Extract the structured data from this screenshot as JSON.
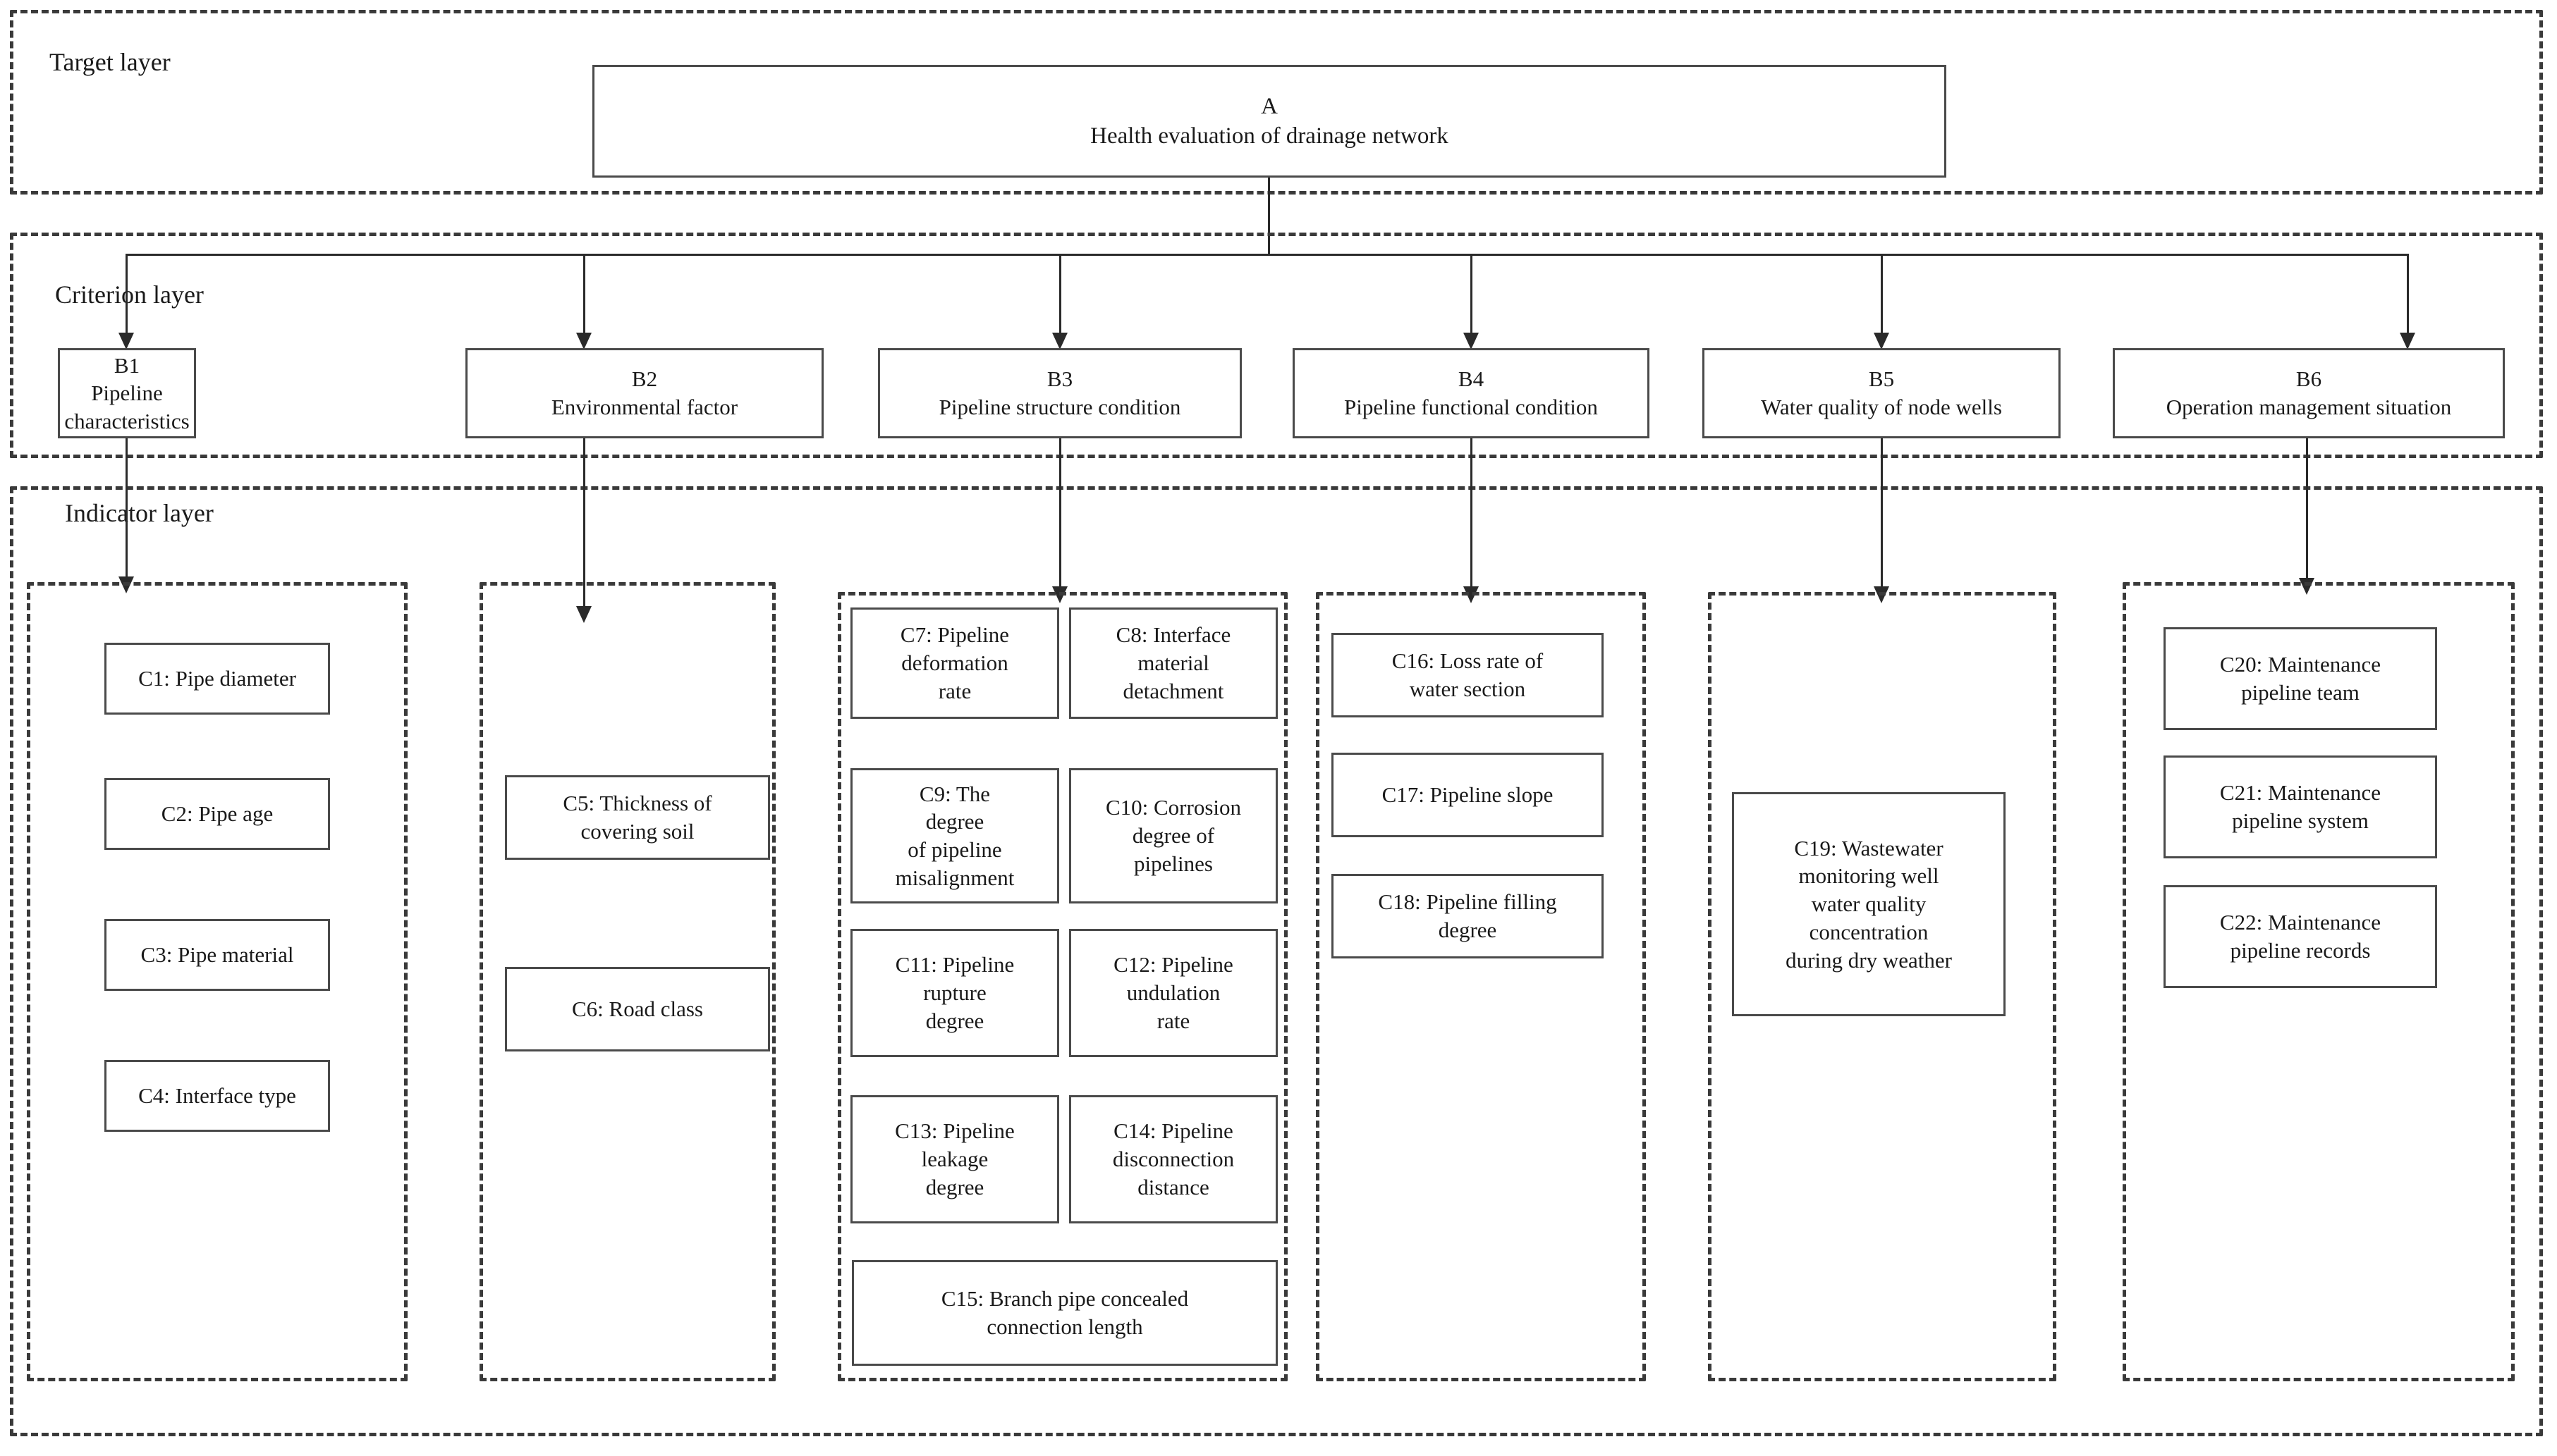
{
  "diagram": {
    "title": "Health evaluation of drainage network hierarchy",
    "layers": [
      {
        "key": "target",
        "label": "Target layer"
      },
      {
        "key": "criterion",
        "label": "Criterion layer"
      },
      {
        "key": "indicator",
        "label": "Indicator layer"
      }
    ]
  },
  "target": {
    "node": {
      "code": "A",
      "caption": "Health evaluation of drainage network"
    }
  },
  "criterion": {
    "nodes": [
      {
        "code": "B1",
        "caption": "Pipeline characteristics"
      },
      {
        "code": "B2",
        "caption": "Environmental factor"
      },
      {
        "code": "B3",
        "caption": "Pipeline structure condition"
      },
      {
        "code": "B4",
        "caption": "Pipeline functional condition"
      },
      {
        "code": "B5",
        "caption": "Water quality of node wells"
      },
      {
        "code": "B6",
        "caption": "Operation management situation"
      }
    ]
  },
  "indicator": {
    "groups": [
      {
        "parent": "B1",
        "nodes": [
          {
            "code": "C1",
            "caption": "C1: Pipe diameter"
          },
          {
            "code": "C2",
            "caption": "C2: Pipe age"
          },
          {
            "code": "C3",
            "caption": "C3: Pipe material"
          },
          {
            "code": "C4",
            "caption": "C4: Interface type"
          }
        ]
      },
      {
        "parent": "B2",
        "nodes": [
          {
            "code": "C5",
            "caption": "C5: Thickness of\ncovering soil"
          },
          {
            "code": "C6",
            "caption": "C6: Road class"
          }
        ]
      },
      {
        "parent": "B3",
        "nodes": [
          {
            "code": "C7",
            "caption": "C7: Pipeline\ndeformation\nrate"
          },
          {
            "code": "C8",
            "caption": "C8: Interface\nmaterial\ndetachment"
          },
          {
            "code": "C9",
            "caption": "C9: The\ndegree\nof pipeline\nmisalignment"
          },
          {
            "code": "C10",
            "caption": "C10: Corrosion\ndegree of\npipelines"
          },
          {
            "code": "C11",
            "caption": "C11: Pipeline\nrupture\ndegree"
          },
          {
            "code": "C12",
            "caption": "C12: Pipeline\nundulation\nrate"
          },
          {
            "code": "C13",
            "caption": "C13: Pipeline\nleakage\ndegree"
          },
          {
            "code": "C14",
            "caption": "C14: Pipeline\ndisconnection\ndistance"
          },
          {
            "code": "C15",
            "caption": "C15: Branch pipe concealed\nconnection length"
          }
        ]
      },
      {
        "parent": "B4",
        "nodes": [
          {
            "code": "C16",
            "caption": "C16: Loss rate of\nwater section"
          },
          {
            "code": "C17",
            "caption": "C17: Pipeline slope"
          },
          {
            "code": "C18",
            "caption": "C18: Pipeline filling\ndegree"
          }
        ]
      },
      {
        "parent": "B5",
        "nodes": [
          {
            "code": "C19",
            "caption": "C19: Wastewater\nmonitoring well\nwater quality\nconcentration\nduring dry weather"
          }
        ]
      },
      {
        "parent": "B6",
        "nodes": [
          {
            "code": "C20",
            "caption": "C20: Maintenance\npipeline team"
          },
          {
            "code": "C21",
            "caption": "C21: Maintenance\npipeline system"
          },
          {
            "code": "C22",
            "caption": "C22: Maintenance\npipeline  records"
          }
        ]
      }
    ]
  },
  "colors": {
    "frame_dash": "#3a3a3a",
    "node_border": "#4a4a4a",
    "connector": "#2a2a2a",
    "text": "#1a1a1a",
    "background": "#ffffff"
  }
}
